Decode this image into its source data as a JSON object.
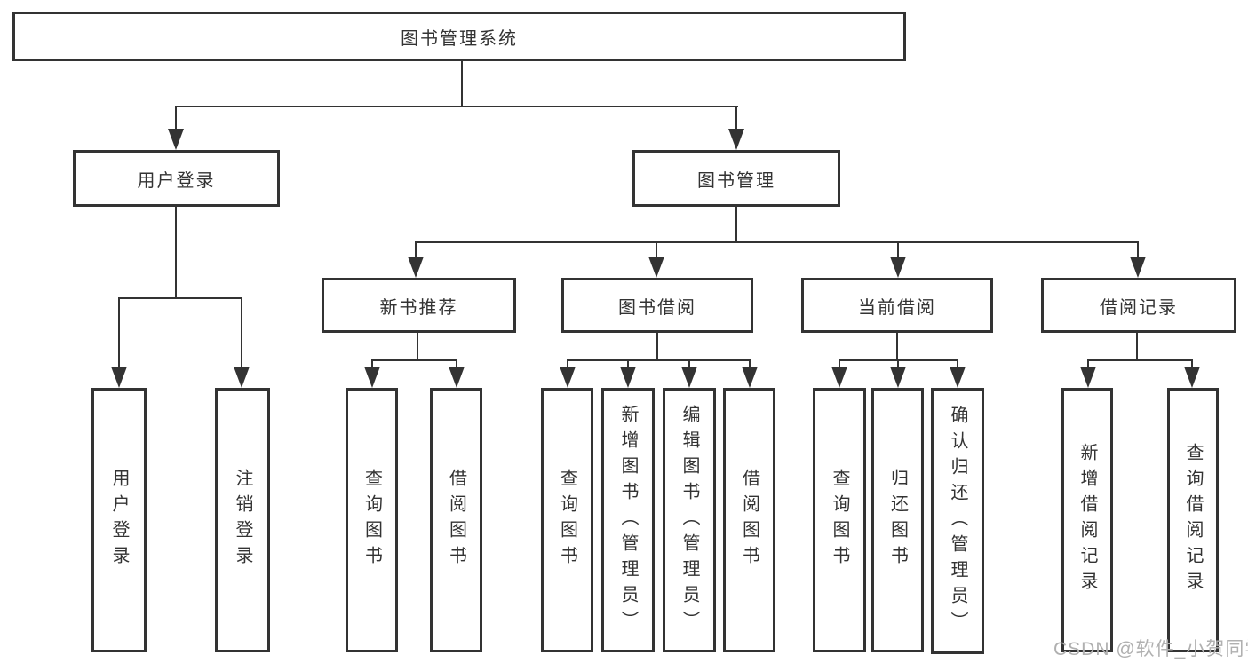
{
  "diagram": {
    "type": "hierarchy-tree",
    "colors": {
      "line": "#333333",
      "text": "#333333",
      "box_background": "#ffffff",
      "watermark": "#b0b0b0"
    }
  },
  "tree": {
    "label": "图书管理系统",
    "children": [
      {
        "label": "用户登录",
        "children": [
          {
            "label": "用户登录"
          },
          {
            "label": "注销登录"
          }
        ]
      },
      {
        "label": "图书管理",
        "children": [
          {
            "label": "新书推荐",
            "children": [
              {
                "label": "查询图书"
              },
              {
                "label": "借阅图书"
              }
            ]
          },
          {
            "label": "图书借阅",
            "children": [
              {
                "label": "查询图书"
              },
              {
                "label": "新增图书（管理员）"
              },
              {
                "label": "编辑图书（管理员）"
              },
              {
                "label": "借阅图书"
              }
            ]
          },
          {
            "label": "当前借阅",
            "children": [
              {
                "label": "查询图书"
              },
              {
                "label": "归还图书"
              },
              {
                "label": "确认归还（管理员）"
              }
            ]
          },
          {
            "label": "借阅记录",
            "children": [
              {
                "label": "新增借阅记录"
              },
              {
                "label": "查询借阅记录"
              }
            ]
          }
        ]
      }
    ]
  },
  "watermark": {
    "text": "CSDN @软件_小贺同学"
  }
}
